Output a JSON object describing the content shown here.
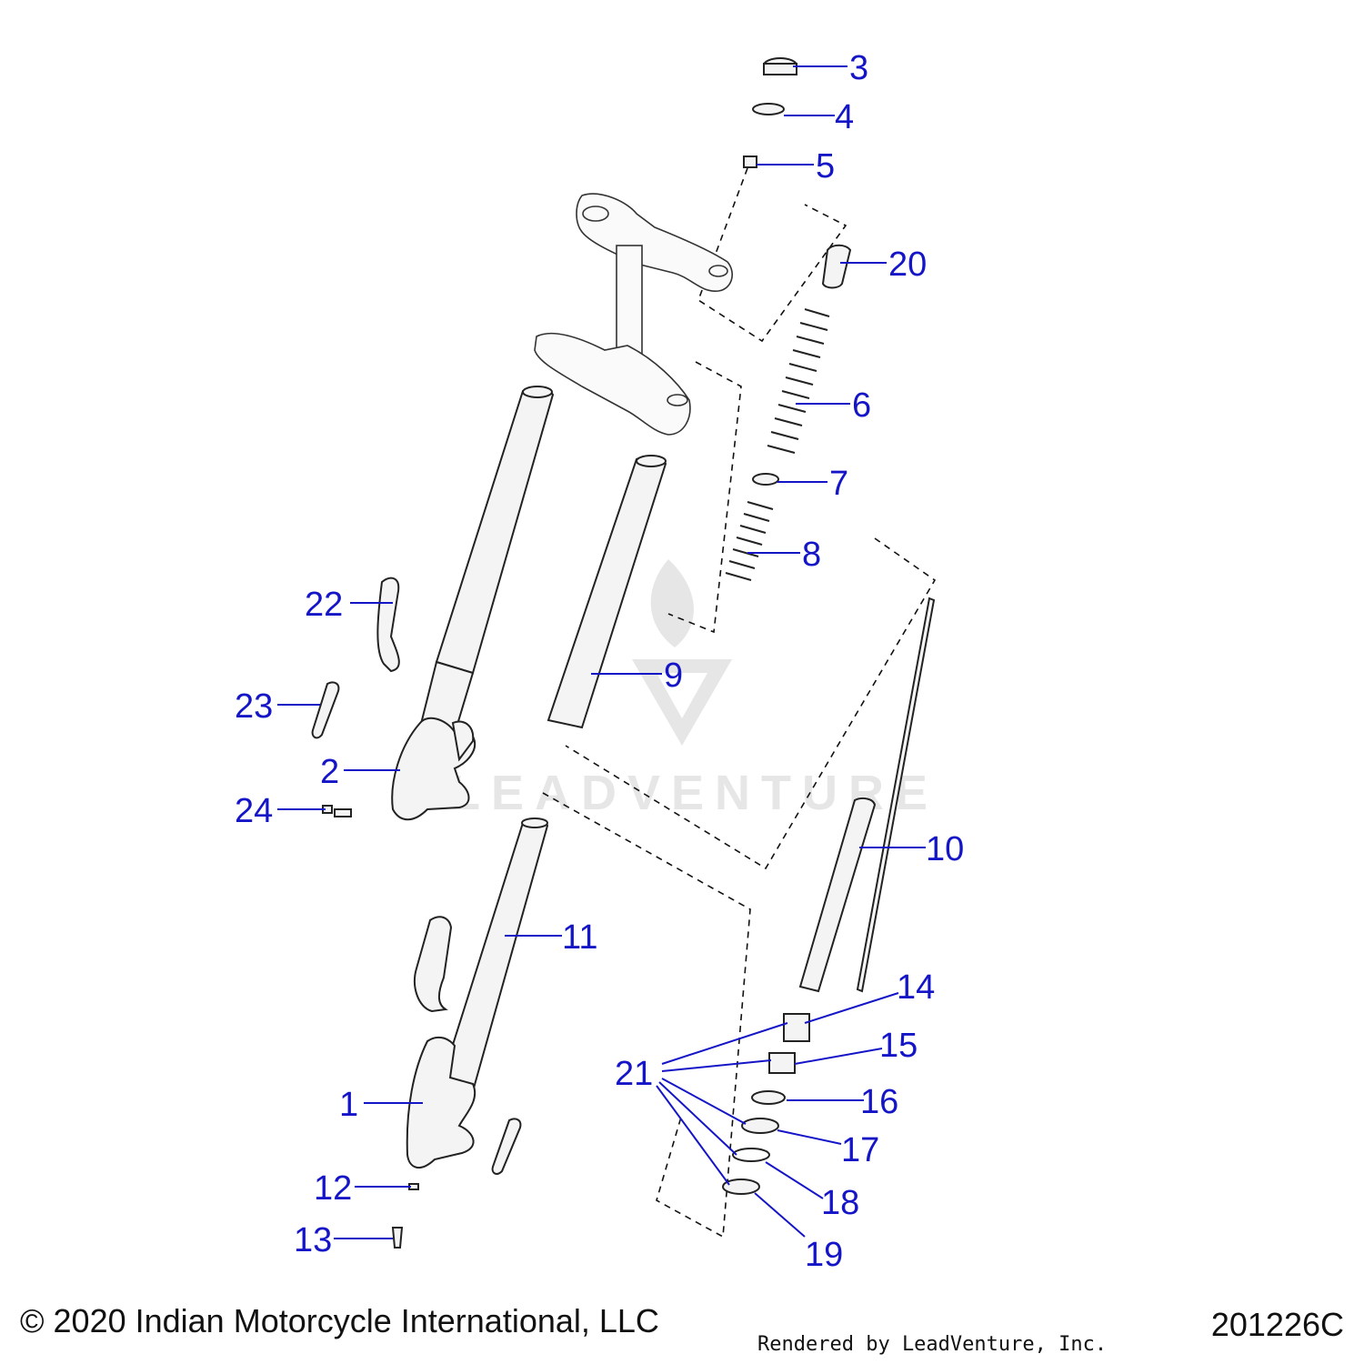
{
  "callouts": [
    {
      "id": "c1",
      "label": "1"
    },
    {
      "id": "c2",
      "label": "2"
    },
    {
      "id": "c3",
      "label": "3"
    },
    {
      "id": "c4",
      "label": "4"
    },
    {
      "id": "c5",
      "label": "5"
    },
    {
      "id": "c6",
      "label": "6"
    },
    {
      "id": "c7",
      "label": "7"
    },
    {
      "id": "c8",
      "label": "8"
    },
    {
      "id": "c9",
      "label": "9"
    },
    {
      "id": "c10",
      "label": "10"
    },
    {
      "id": "c11",
      "label": "11"
    },
    {
      "id": "c12",
      "label": "12"
    },
    {
      "id": "c13",
      "label": "13"
    },
    {
      "id": "c14",
      "label": "14"
    },
    {
      "id": "c15",
      "label": "15"
    },
    {
      "id": "c16",
      "label": "16"
    },
    {
      "id": "c17",
      "label": "17"
    },
    {
      "id": "c18",
      "label": "18"
    },
    {
      "id": "c19",
      "label": "19"
    },
    {
      "id": "c20",
      "label": "20"
    },
    {
      "id": "c21",
      "label": "21"
    },
    {
      "id": "c22",
      "label": "22"
    },
    {
      "id": "c23",
      "label": "23"
    },
    {
      "id": "c24",
      "label": "24"
    }
  ],
  "watermark": "LEADVENTURE",
  "footer": {
    "copyright": "© 2020 Indian Motorcycle International, LLC",
    "rendered_by": "Rendered by LeadVenture, Inc.",
    "diagram_id": "201226C"
  },
  "colors": {
    "callout": "#1515c8",
    "line_art": "#222222",
    "watermark": "#e6e6e6"
  }
}
